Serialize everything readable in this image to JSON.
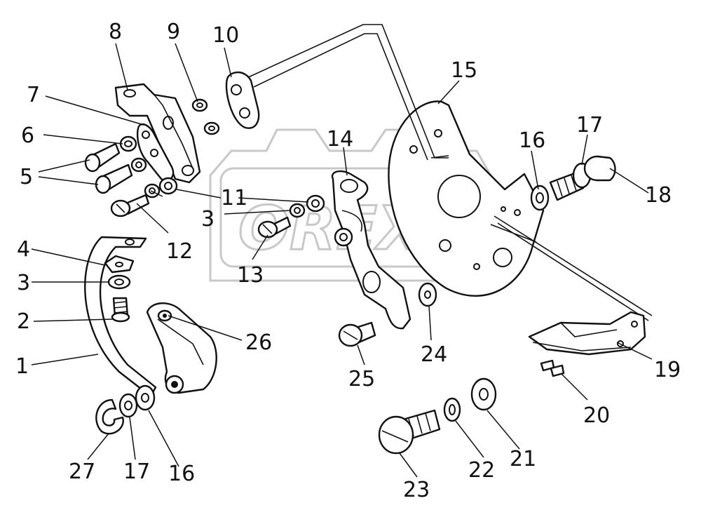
{
  "watermark": {
    "text": "OREX"
  },
  "labels": [
    {
      "id": "1",
      "text": "1"
    },
    {
      "id": "2",
      "text": "2"
    },
    {
      "id": "3a",
      "text": "3"
    },
    {
      "id": "3b",
      "text": "3"
    },
    {
      "id": "4",
      "text": "4"
    },
    {
      "id": "5",
      "text": "5"
    },
    {
      "id": "6",
      "text": "6"
    },
    {
      "id": "7",
      "text": "7"
    },
    {
      "id": "8",
      "text": "8"
    },
    {
      "id": "9",
      "text": "9"
    },
    {
      "id": "10",
      "text": "10"
    },
    {
      "id": "11",
      "text": "11"
    },
    {
      "id": "12",
      "text": "12"
    },
    {
      "id": "13",
      "text": "13"
    },
    {
      "id": "14",
      "text": "14"
    },
    {
      "id": "15",
      "text": "15"
    },
    {
      "id": "16a",
      "text": "16"
    },
    {
      "id": "16b",
      "text": "16"
    },
    {
      "id": "17a",
      "text": "17"
    },
    {
      "id": "17b",
      "text": "17"
    },
    {
      "id": "18",
      "text": "18"
    },
    {
      "id": "19",
      "text": "19"
    },
    {
      "id": "20",
      "text": "20"
    },
    {
      "id": "21",
      "text": "21"
    },
    {
      "id": "22",
      "text": "22"
    },
    {
      "id": "23",
      "text": "23"
    },
    {
      "id": "24",
      "text": "24"
    },
    {
      "id": "25",
      "text": "25"
    },
    {
      "id": "26",
      "text": "26"
    },
    {
      "id": "27",
      "text": "27"
    }
  ]
}
